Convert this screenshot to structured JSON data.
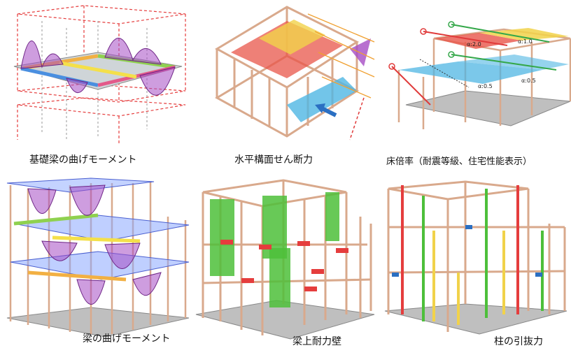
{
  "captions": {
    "foundation_beam_moment": "基礎梁の曲げモーメント",
    "horizontal_shear": "水平構面せん断力",
    "floor_ratio": "床倍率（耐震等級、住宅性能表示）",
    "beam_moment": "梁の曲げモーメント",
    "bearing_wall_on_beam": "梁上耐力壁",
    "column_uplift": "柱の引抜力"
  },
  "floor_ratio_labels": {
    "a20": "α:2.0",
    "a10": "α:1.0",
    "a05a": "α:0.5",
    "a05b": "α:0.5"
  },
  "colors": {
    "wood": "#d9a98c",
    "moment": "#a64cc4",
    "floor_red": "#e8554a",
    "floor_blue": "#4fb6e3",
    "floor_yellow": "#f1d24a",
    "wall_green": "#4dbf3a",
    "arrow_blue": "#2b6fc2",
    "guide_red": "#e03a3a",
    "guide_green": "#35a84a",
    "guide_orange": "#f0a030"
  }
}
